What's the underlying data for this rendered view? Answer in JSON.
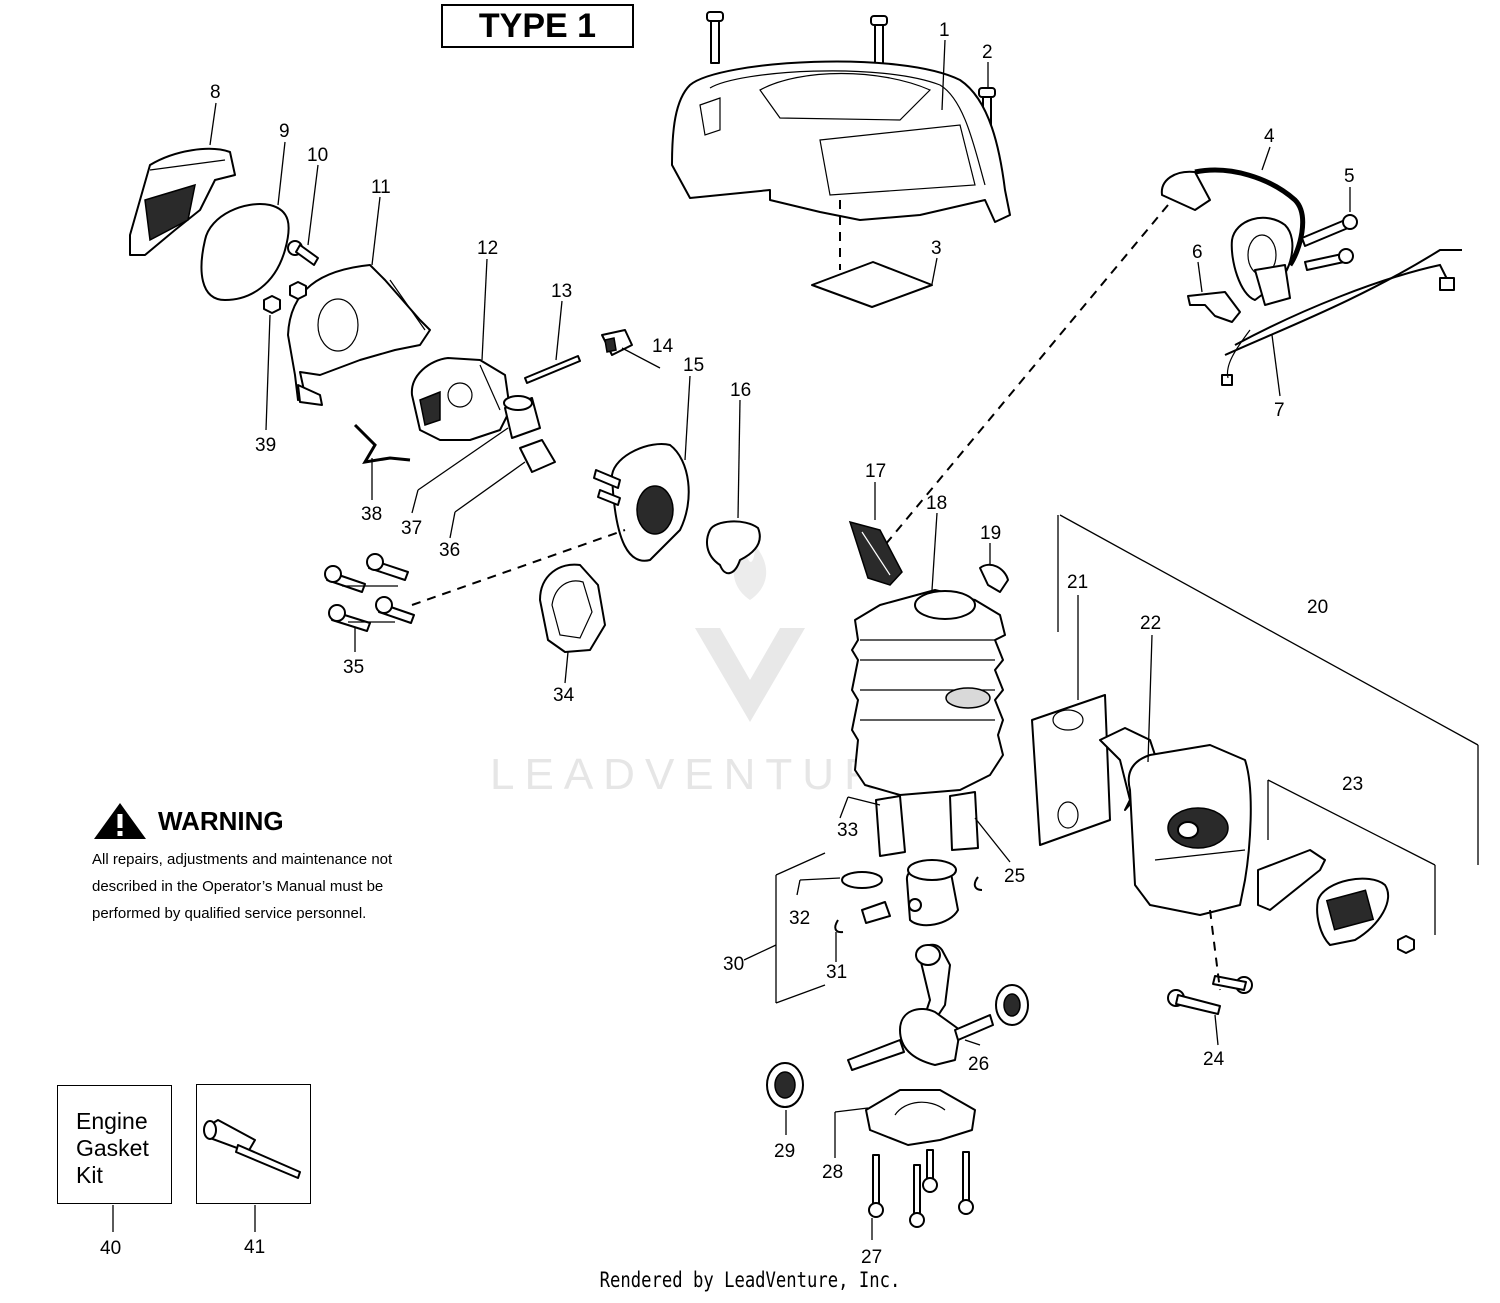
{
  "header": {
    "type_label": "TYPE 1"
  },
  "warning": {
    "title": "WARNING",
    "icon": "warning-triangle-icon",
    "line1": "All repairs, adjustments and maintenance not",
    "line2": "described in the Operator’s Manual must be",
    "line3": "performed by qualified  service personnel."
  },
  "kit": {
    "line1": "Engine",
    "line2": "Gasket",
    "line3": "Kit"
  },
  "watermark": {
    "text": "LEADVENTURE",
    "icon": "leadventure-logo-icon"
  },
  "footer": {
    "text": "Rendered by LeadVenture, Inc."
  },
  "callouts": {
    "c1": "1",
    "c2": "2",
    "c3": "3",
    "c4": "4",
    "c5": "5",
    "c6": "6",
    "c7": "7",
    "c8": "8",
    "c9": "9",
    "c10": "10",
    "c11": "11",
    "c12": "12",
    "c13": "13",
    "c14": "14",
    "c15": "15",
    "c16": "16",
    "c17": "17",
    "c18": "18",
    "c19": "19",
    "c20": "20",
    "c21": "21",
    "c22": "22",
    "c23": "23",
    "c24": "24",
    "c25": "25",
    "c26": "26",
    "c27": "27",
    "c28": "28",
    "c29": "29",
    "c30": "30",
    "c31": "31",
    "c32": "32",
    "c33": "33",
    "c34": "34",
    "c35": "35",
    "c36": "36",
    "c37": "37",
    "c38": "38",
    "c39": "39",
    "c40": "40",
    "c41": "41"
  }
}
